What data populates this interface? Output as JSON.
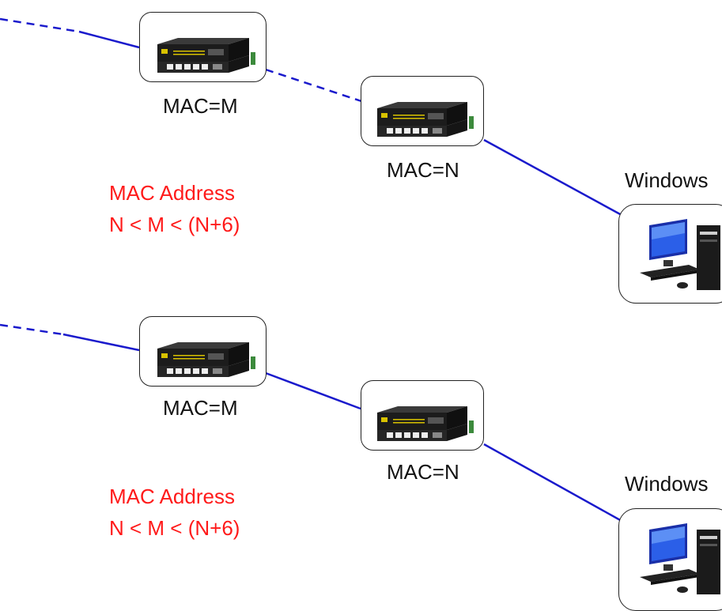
{
  "diagrams": [
    {
      "switch_m_label": "MAC=M",
      "switch_n_label": "MAC=N",
      "host_label": "Windows",
      "note_line1": "MAC Address",
      "note_line2": "N < M < (N+6)"
    },
    {
      "switch_m_label": "MAC=M",
      "switch_n_label": "MAC=N",
      "host_label": "Windows",
      "note_line1": "MAC Address",
      "note_line2": "N < M < (N+6)"
    }
  ],
  "colors": {
    "link": "#1a1acc",
    "note": "#ff1a1a",
    "switch_body": "#1c1c1c",
    "switch_logo": "#d8c200"
  }
}
